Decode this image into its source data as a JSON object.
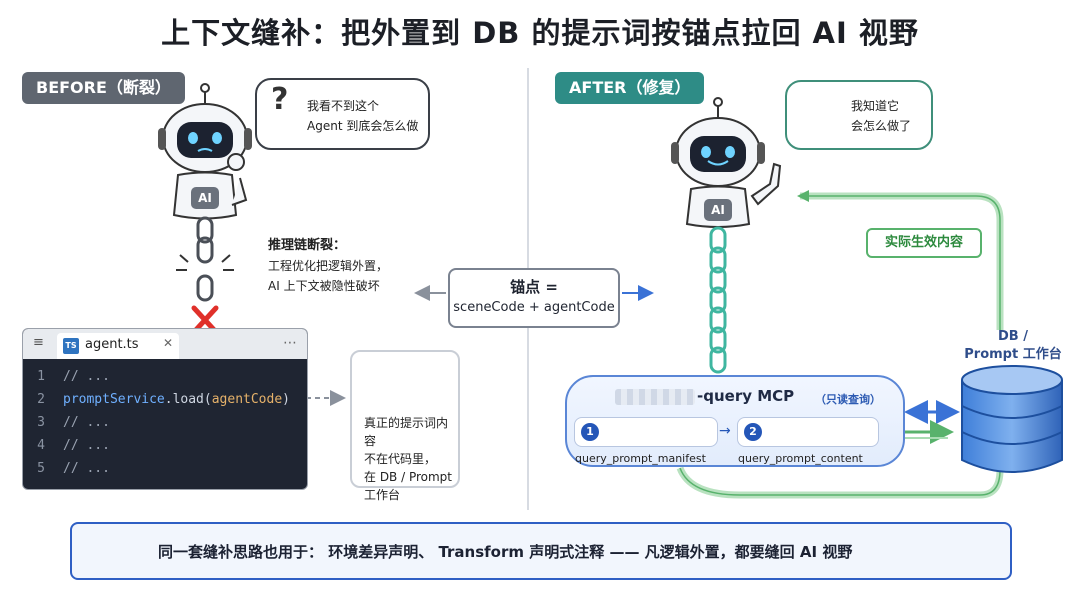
{
  "title": "上下文缝补：把外置到 DB 的提示词按锚点拉回 AI 视野",
  "before_tag": "BEFORE（断裂）",
  "after_tag": "AFTER（修复）",
  "before_bubble": {
    "line1": "我看不到这个",
    "line2": "Agent 到底会怎么做"
  },
  "after_bubble": {
    "line1": "我知道它",
    "line2": "会怎么做了"
  },
  "robot_badge": "AI",
  "chain_note": {
    "head": "推理链断裂：",
    "line1": "工程优化把逻辑外置，",
    "line2": "AI 上下文被隐性破坏"
  },
  "anchor": {
    "line1": "锚点 =",
    "line2": "sceneCode + agentCode"
  },
  "editor": {
    "tab_icon": "TS",
    "filename": "agent.ts",
    "lines": [
      {
        "num": "1",
        "comment": "// ..."
      },
      {
        "num": "2",
        "fn": "promptService",
        "plain1": ".load(",
        "arg": "agentCode",
        "plain2": ")"
      },
      {
        "num": "3",
        "comment": "// ..."
      },
      {
        "num": "4",
        "comment": "// ..."
      },
      {
        "num": "5",
        "comment": "// ..."
      }
    ]
  },
  "db_note": {
    "line1": "真正的提示词内容",
    "line2": "不在代码里，",
    "line3": "在 DB / Prompt",
    "line4": "工作台"
  },
  "mcp": {
    "name": "-query MCP",
    "readonly": "（只读查询）",
    "step1": {
      "num": "1",
      "label": "query_prompt_manifest"
    },
    "step2": {
      "num": "2",
      "label": "query_prompt_content"
    }
  },
  "db_label": {
    "line1": "DB /",
    "line2": "Prompt 工作台"
  },
  "effect_label": "实际生效内容",
  "footer": "同一套缝补思路也用于： 环境差异声明、 Transform 声明式注释 —— 凡逻辑外置，都要缝回 AI 视野",
  "colors": {
    "before_tag": "#5f6670",
    "after_tag": "#2e8c86",
    "chain_teal": "#3fb6a0",
    "flow_green": "#58b26c",
    "mcp_blue": "#2456b8",
    "error_red": "#e0302a"
  },
  "icons": [
    "question-mark-icon",
    "lightbulb-icon",
    "broken-chain-icon",
    "red-x-icon",
    "database-cloud-icon",
    "target-icon",
    "database-cylinder-icon"
  ]
}
